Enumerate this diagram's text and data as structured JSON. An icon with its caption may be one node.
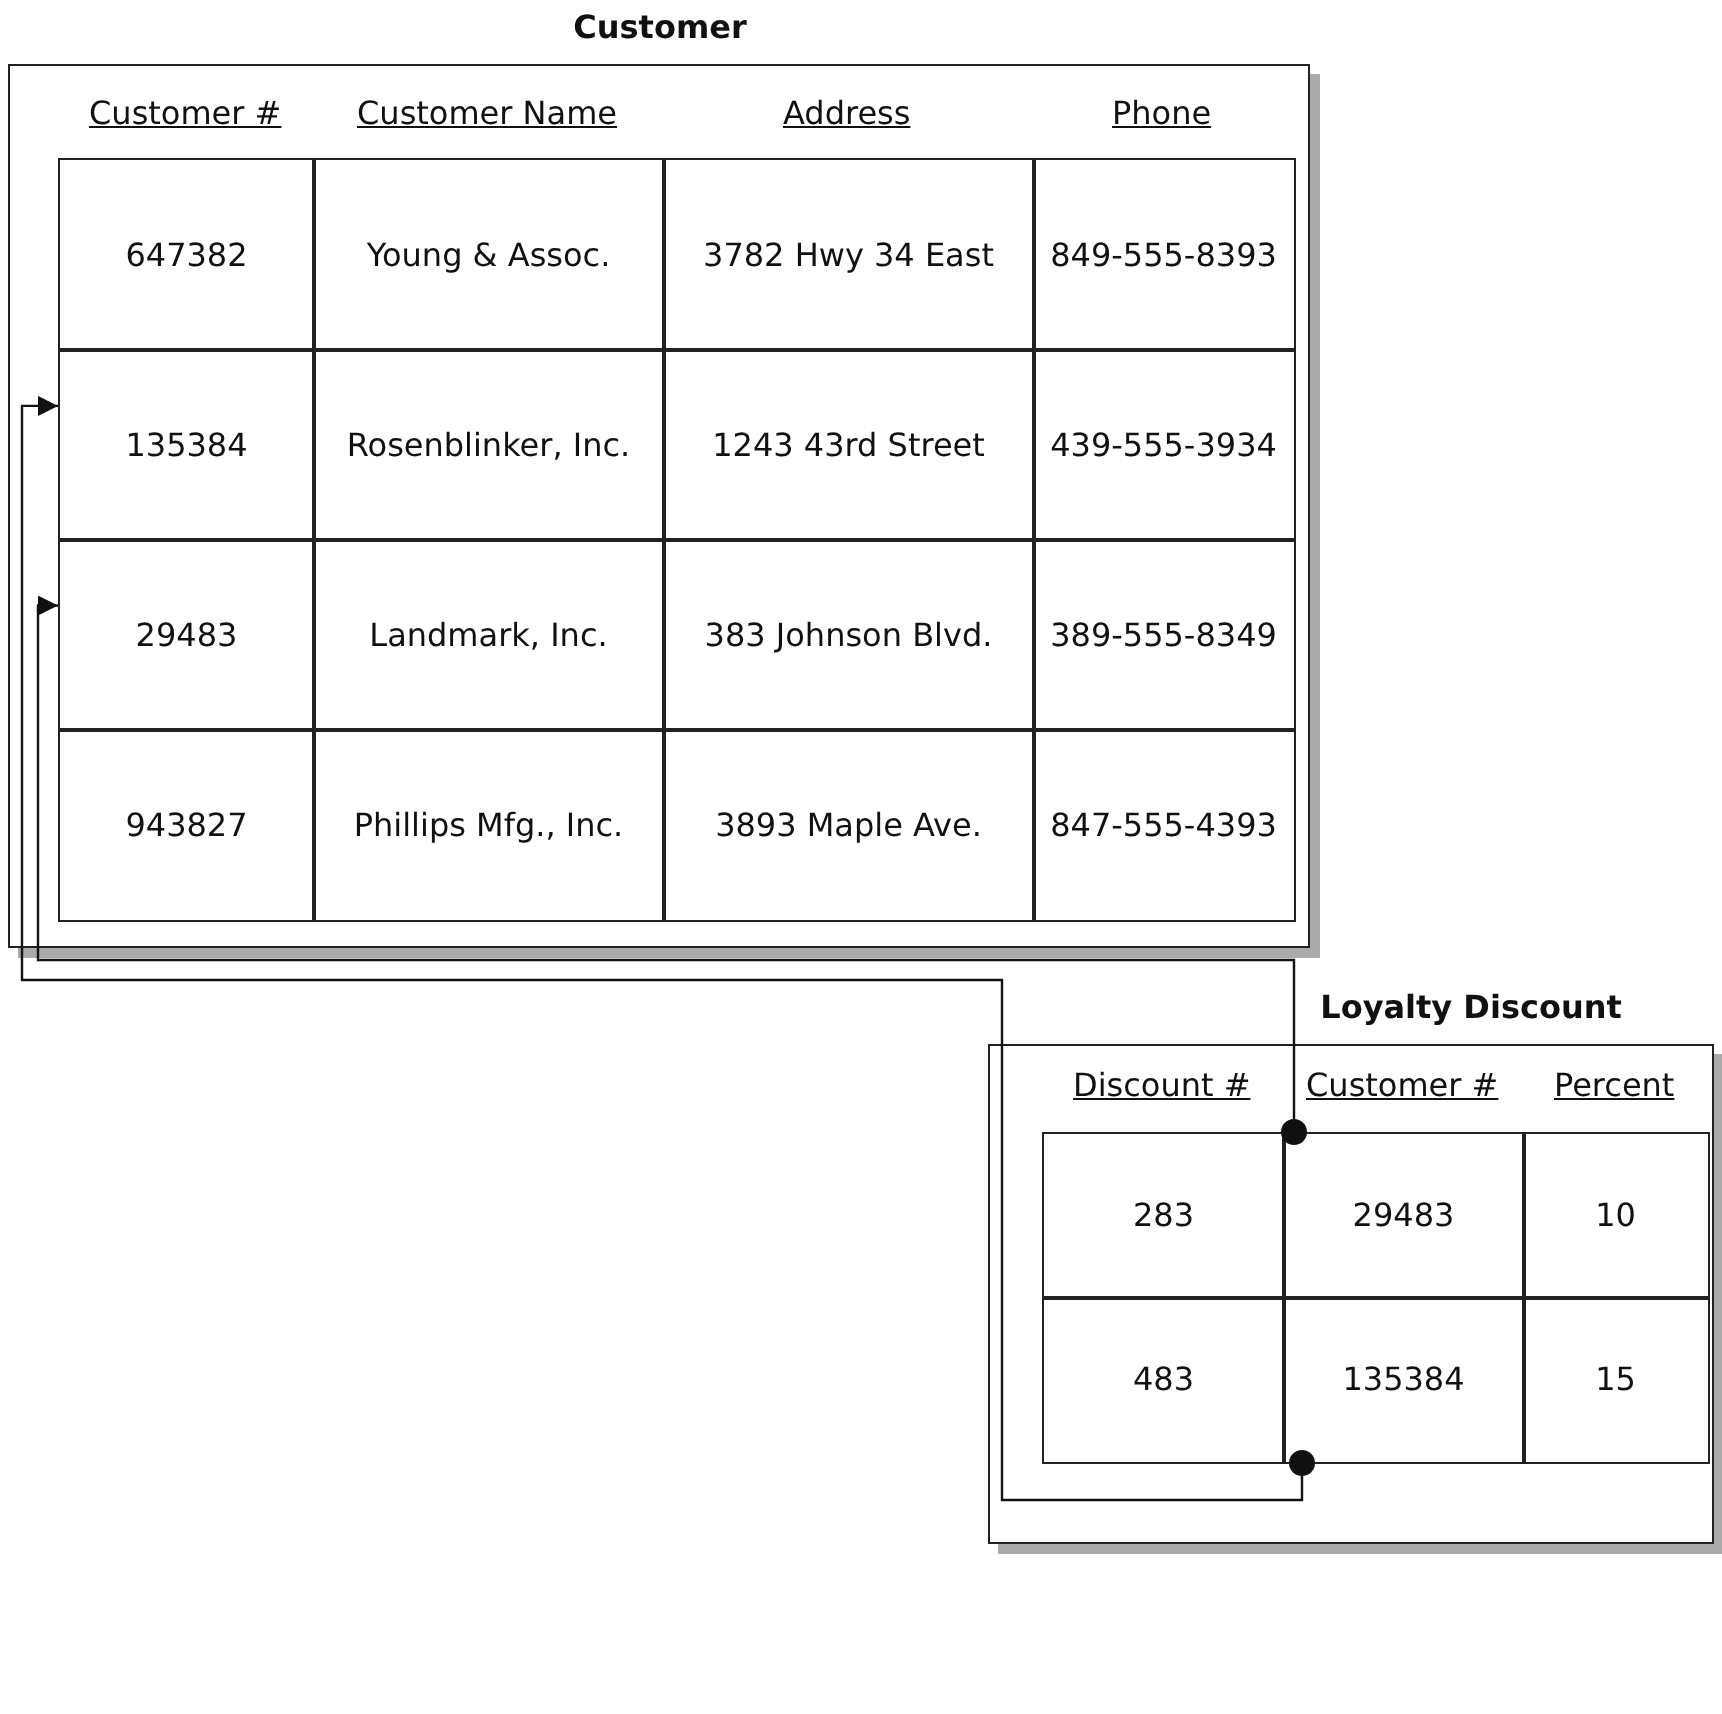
{
  "diagram": {
    "nodes": [
      {
        "text": [
          "Customer"
        ]
      },
      {
        "text": [
          "647382"
        ],
        "in": 0
      },
      {
        "text": [
          "Young & Assoc."
        ],
        "in": 0
      },
      {
        "text": [
          "3782 Hwy 34 East"
        ],
        "in": 0
      },
      {
        "text": [
          "849-555-8393"
        ],
        "in": 0
      },
      {
        "text": [
          "135384"
        ],
        "in": 0
      },
      {
        "text": [
          "Rosenblinker, Inc."
        ],
        "in": 0
      },
      {
        "text": [
          "1243 43rd Street"
        ],
        "in": 0
      },
      {
        "text": [
          "439-555-3934"
        ],
        "in": 0
      },
      {
        "text": [
          "29483"
        ],
        "in": 0
      },
      {
        "text": [
          "Landmark, Inc."
        ],
        "in": 0
      },
      {
        "text": [
          "383 Johnson Blvd."
        ],
        "in": 0
      },
      {
        "text": [
          "389-555-8349"
        ],
        "in": 0
      },
      {
        "text": [
          "943827"
        ],
        "in": 0
      },
      {
        "text": [
          "Phillips Mfg., Inc."
        ],
        "in": 0
      },
      {
        "text": [
          "3893 Maple Ave."
        ],
        "in": 0
      },
      {
        "text": [
          "847-555-4393"
        ],
        "in": 0
      },
      {
        "text": [
          "Loyalty Discount"
        ]
      },
      {
        "text": [
          "283"
        ],
        "in": 17
      },
      {
        "text": [
          "29483"
        ],
        "in": 17
      },
      {
        "text": [
          "10"
        ],
        "in": 17
      },
      {
        "text": [
          "483"
        ],
        "in": 17
      },
      {
        "text": [
          "135384"
        ],
        "in": 17
      },
      {
        "text": [
          "15"
        ],
        "in": 17
      }
    ],
    "edges": [
      {
        "from": 19,
        "to": 9,
        "arrow": "to"
      },
      {
        "from": 22,
        "to": 5,
        "arrow": "to"
      }
    ],
    "labels": [
      "Customer #",
      "Customer Name",
      "Address",
      "Phone",
      "Discount #",
      "Customer #",
      "Percent"
    ]
  }
}
